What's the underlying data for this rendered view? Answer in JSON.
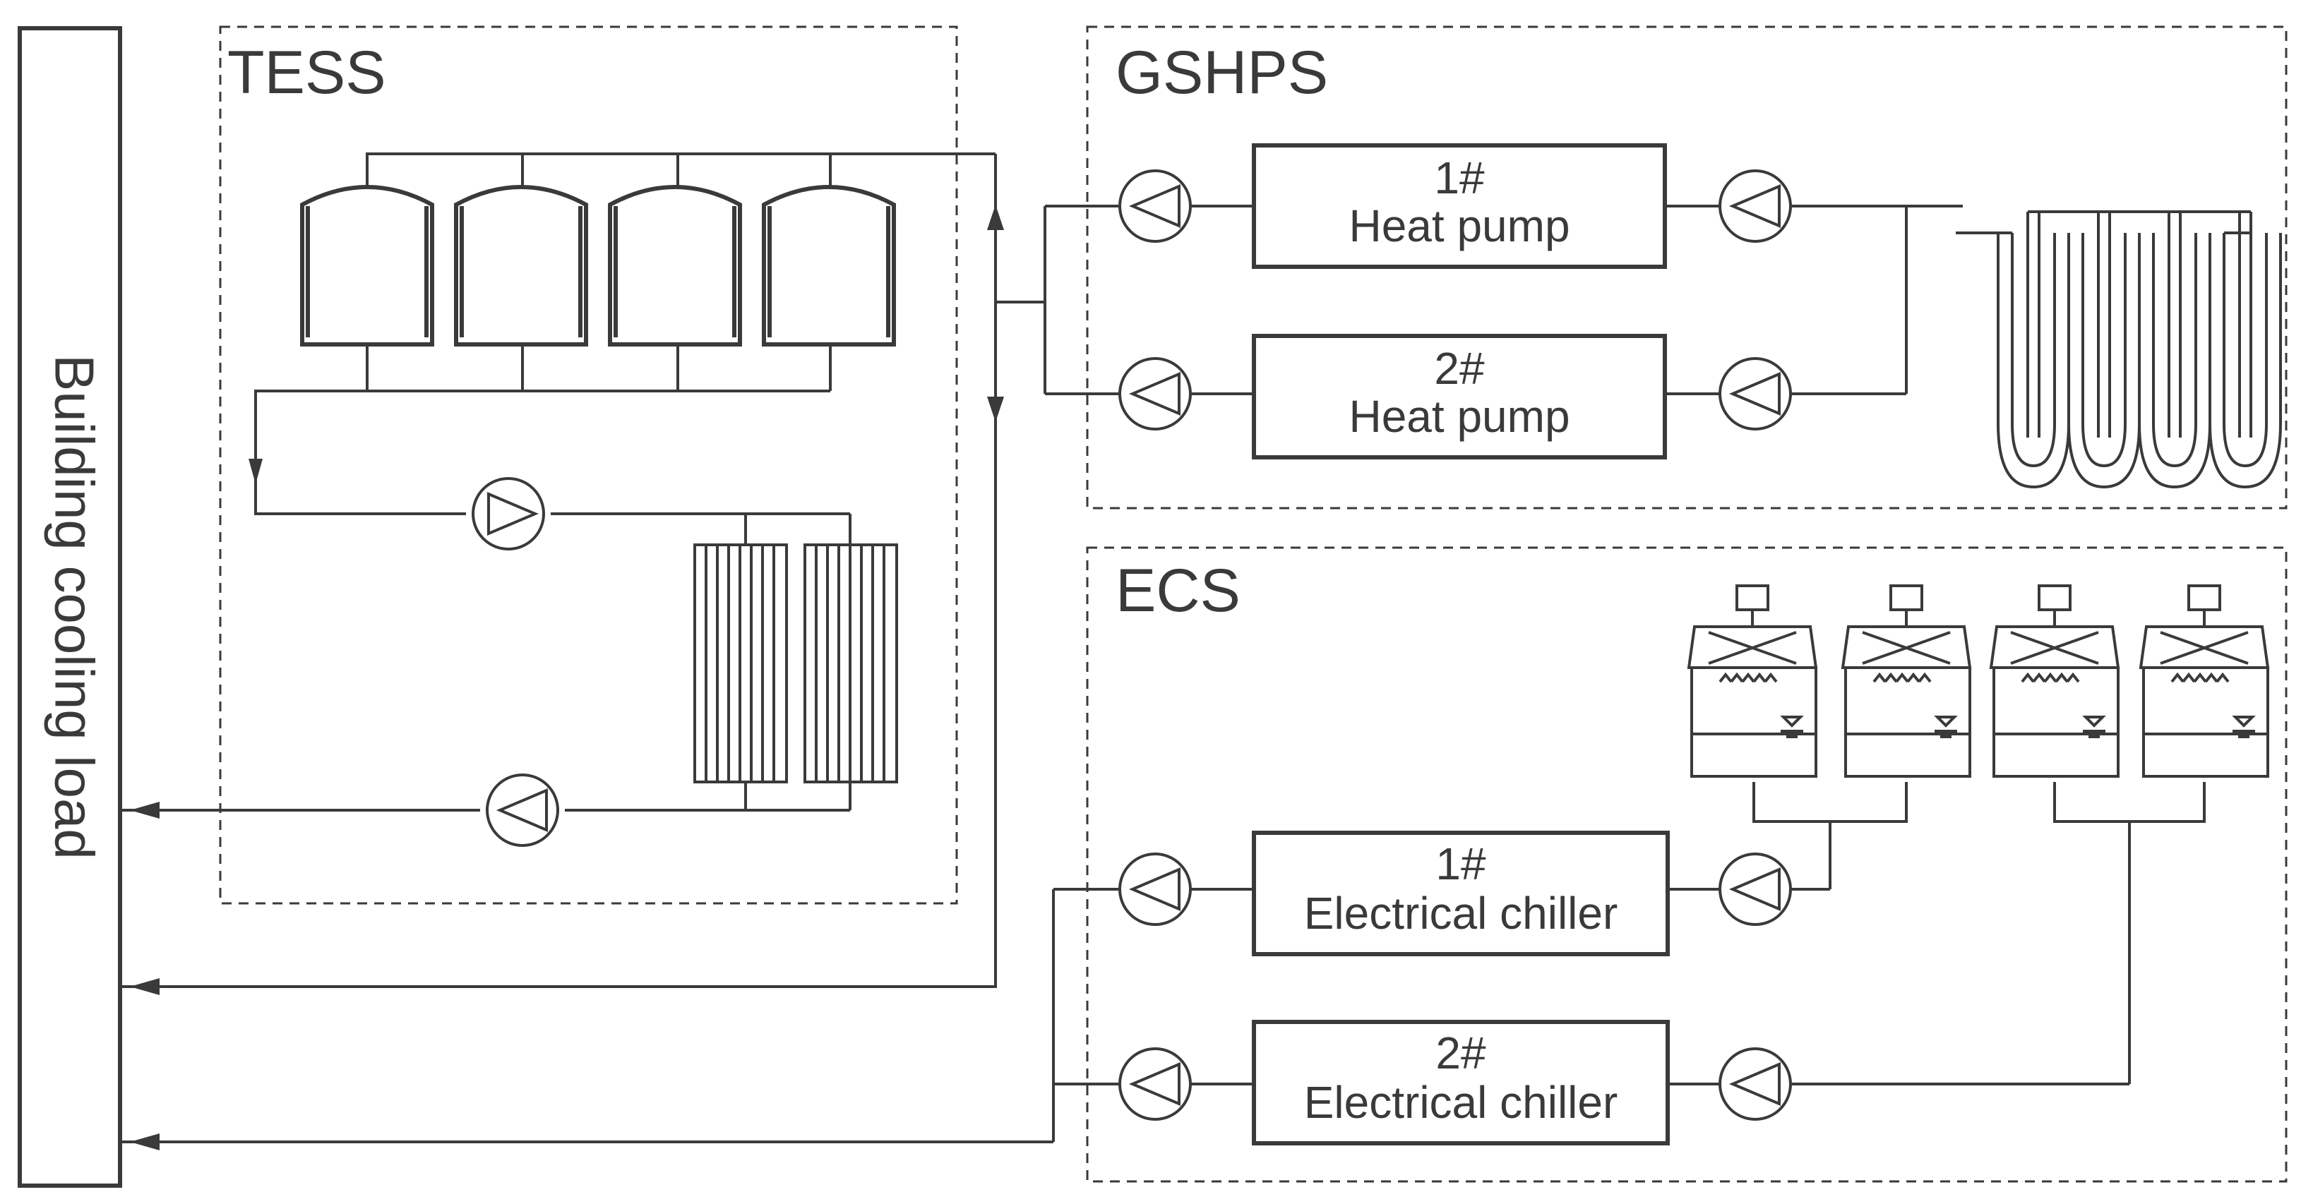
{
  "load_label": "Building cooling load",
  "sections": {
    "tess": {
      "label": "TESS"
    },
    "gshps": {
      "label": "GSHPS",
      "units": [
        {
          "number": "1#",
          "name": "Heat pump"
        },
        {
          "number": "2#",
          "name": "Heat pump"
        }
      ]
    },
    "ecs": {
      "label": "ECS",
      "units": [
        {
          "number": "1#",
          "name": "Electrical chiller"
        },
        {
          "number": "2#",
          "name": "Electrical chiller"
        }
      ]
    }
  }
}
